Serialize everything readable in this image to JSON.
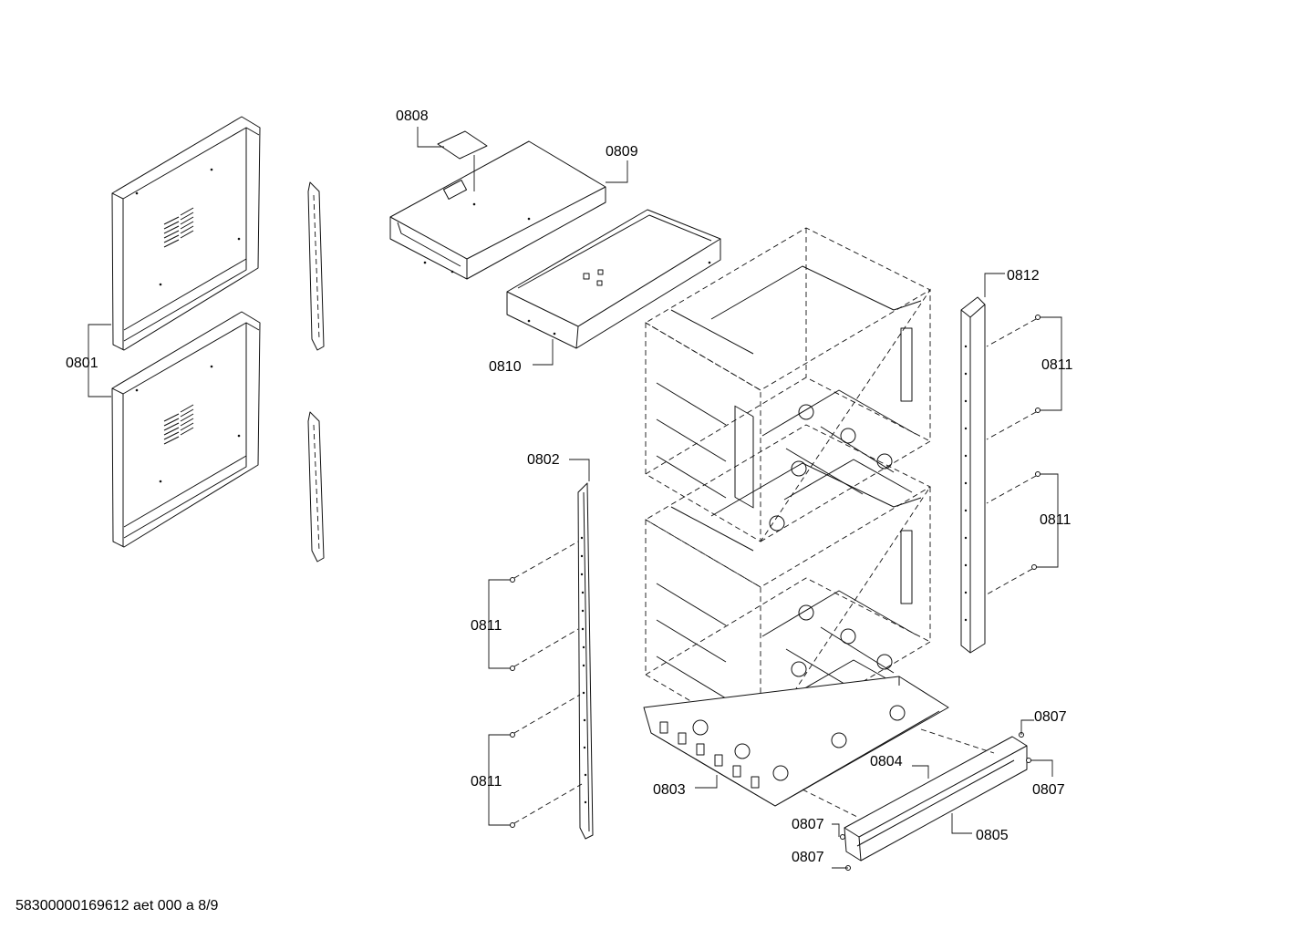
{
  "diagram": {
    "footer": "58300000169612 aet 000 a 8/9",
    "labels": {
      "p0801": "0801",
      "p0802": "0802",
      "p0803": "0803",
      "p0804": "0804",
      "p0805": "0805",
      "p0807_a": "0807",
      "p0807_b": "0807",
      "p0807_c": "0807",
      "p0807_d": "0807",
      "p0808": "0808",
      "p0809": "0809",
      "p0810": "0810",
      "p0811_a": "0811",
      "p0811_b": "0811",
      "p0811_c": "0811",
      "p0811_d": "0811",
      "p0812": "0812"
    }
  }
}
